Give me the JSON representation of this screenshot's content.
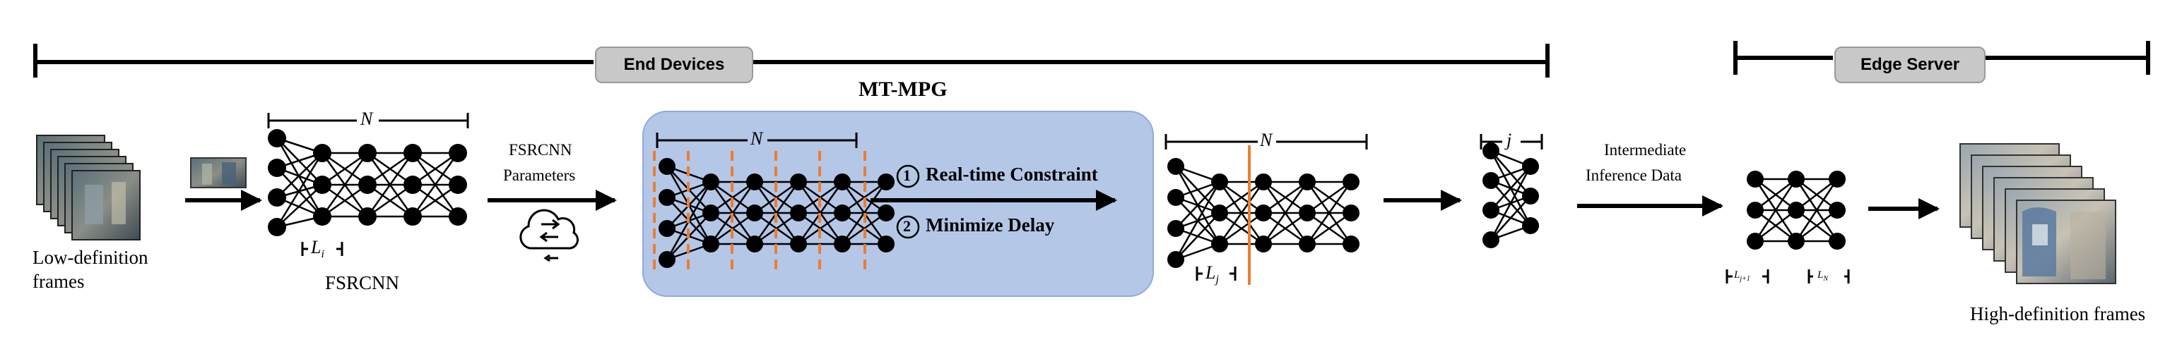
{
  "sections": {
    "end_devices": "End Devices",
    "edge_server": "Edge Server"
  },
  "texts": {
    "low_def_1": "Low-definition",
    "low_def_2": "frames",
    "fsrcnn": "FSRCNN",
    "fsrcnn_params_1": "FSRCNN",
    "fsrcnn_params_2": "Parameters",
    "mt_mpg": "MT-MPG",
    "constraint_1_num": "1",
    "constraint_1": "Real-time Constraint",
    "constraint_2_num": "2",
    "constraint_2": "Minimize Delay",
    "intermediate_1": "Intermediate",
    "intermediate_2": "Inference Data",
    "high_def": "High-definition frames"
  },
  "labels": {
    "N": "N",
    "j": "j",
    "L_i": "L",
    "L_i_sub": "i",
    "L_j": "L",
    "L_j_sub": "j",
    "L_j1": "L",
    "L_j1_sub": "j+1",
    "L_N": "L",
    "L_N_sub": "N"
  },
  "colors": {
    "mtmpg_fill": "#b4c7e7",
    "mtmpg_border": "#8faadc",
    "partition_line": "#ed7d31",
    "tag_fill": "#c8c8c8",
    "node": "#000000"
  },
  "icons": [
    "frame-stack-icon",
    "single-frame-icon",
    "cloud-sync-icon",
    "hd-frame-stack-icon"
  ]
}
